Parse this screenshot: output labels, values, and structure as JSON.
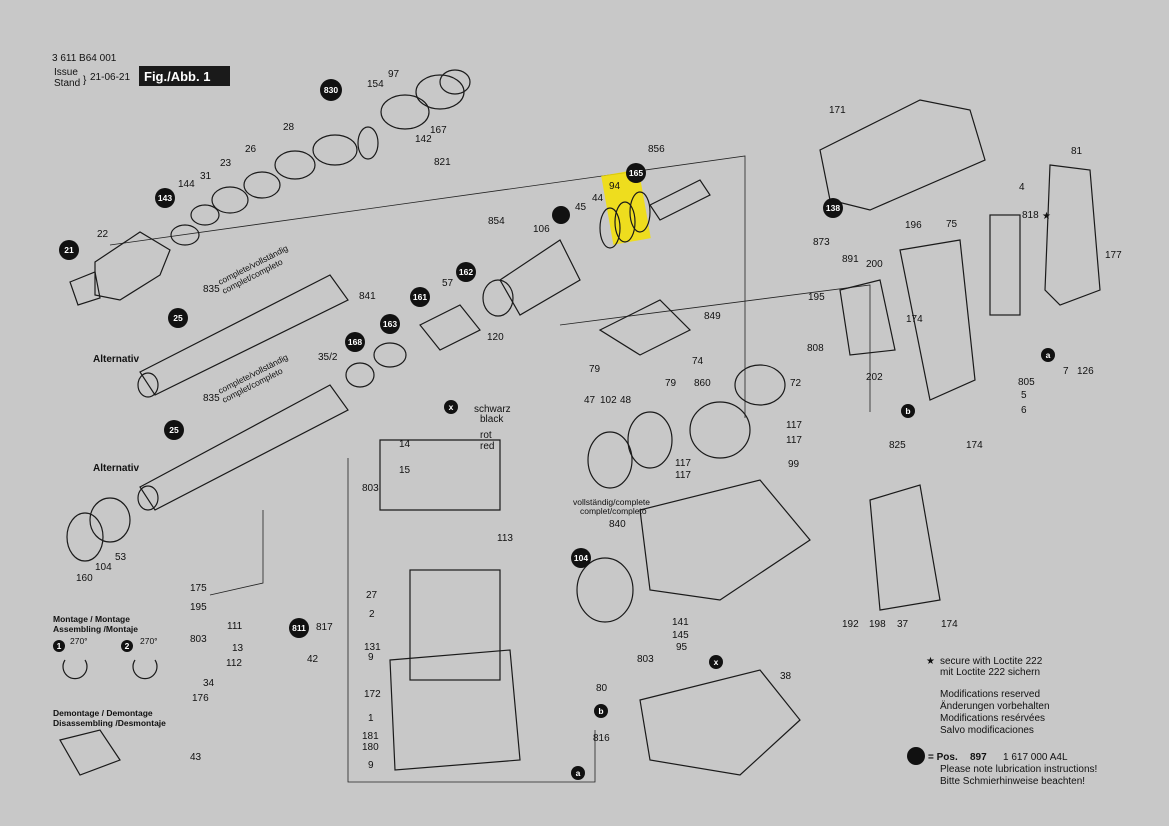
{
  "header": {
    "doc_number": "3 611 B64 001",
    "issue_label": "Issue",
    "stand_label": "Stand",
    "issue_date": "21-06-21",
    "figure_label": "Fig./Abb. 1"
  },
  "alternativ_label": "Alternativ",
  "complete_text_1": "complete/vollständig",
  "complete_text_2": "complet/completo",
  "vollstaendig_text_1": "vollständig/complete",
  "vollstaendig_text_2": "complet/completo",
  "wire_colors": {
    "schwarz": "schwarz",
    "black": "black",
    "rot": "rot",
    "red": "red"
  },
  "assembly": {
    "montage_title_1": "Montage / Montage",
    "montage_title_2": "Assembling /Montaje",
    "angle_1": "270°",
    "angle_2": "270°",
    "step_1": "1",
    "step_2": "2",
    "demontage_title_1": "Demontage / Demontage",
    "demontage_title_2": "Disassembling /Desmontaje"
  },
  "notes": {
    "loctite_1": "secure with Loctite 222",
    "loctite_2": "mit Loctite 222 sichern",
    "mod_1": "Modifications reserved",
    "mod_2": "Änderungen vorbehalten",
    "mod_3": "Modifications resérvées",
    "mod_4": "Salvo modificaciones",
    "pos_label": "= Pos.",
    "pos_number": "897",
    "pos_code": "1 617 000 A4L",
    "lub_1": "Please note lubrication instructions!",
    "lub_2": "Bitte Schmierhinweise beachten!"
  },
  "highlight_color": "#f5e000",
  "disk_callouts": [
    "830",
    "143",
    "21",
    "165",
    "162",
    "161",
    "163",
    "168",
    "25",
    "25",
    "811",
    "104",
    "138"
  ],
  "part_labels": {
    "p97": "97",
    "p154": "154",
    "p28": "28",
    "p26": "26",
    "p23": "23",
    "p31": "31",
    "p144": "144",
    "p22": "22",
    "p167": "167",
    "p142": "142",
    "p821": "821",
    "p856": "856",
    "p94": "94",
    "p44": "44",
    "p45": "45",
    "p106": "106",
    "p854": "854",
    "p57": "57",
    "p120": "120",
    "p841": "841",
    "p835a": "835",
    "p835b": "835",
    "p35_2": "35/2",
    "p160": "160",
    "p104": "104",
    "p53": "53",
    "p14": "14",
    "p15": "15",
    "p803a": "803",
    "p113": "113",
    "p27": "27",
    "p2": "2",
    "p131": "131",
    "p9a": "9",
    "p172": "172",
    "p1": "1",
    "p181": "181",
    "p180": "180",
    "p9b": "9",
    "p175": "175",
    "p195a": "195",
    "p111": "111",
    "p803b": "803",
    "p13": "13",
    "p112": "112",
    "p817": "817",
    "p42": "42",
    "p34": "34",
    "p176": "176",
    "p43": "43",
    "p80": "80",
    "p816": "816",
    "p849": "849",
    "p74": "74",
    "p79a": "79",
    "p79b": "79",
    "p860": "860",
    "p72": "72",
    "p47": "47",
    "p102": "102",
    "p48": "48",
    "p117a": "117",
    "p117b": "117",
    "p117c": "117",
    "p117d": "117",
    "p99": "99",
    "p840": "840",
    "p141": "141",
    "p145": "145",
    "p95": "95",
    "p803c": "803",
    "p38": "38",
    "p171": "171",
    "p873": "873",
    "p196": "196",
    "p75": "75",
    "p891": "891",
    "p200": "200",
    "p195b": "195",
    "p174a": "174",
    "p808": "808",
    "p202": "202",
    "p825": "825",
    "p174b": "174",
    "p4": "4",
    "p818": "818",
    "p81": "81",
    "p177": "177",
    "p7": "7",
    "p126": "126",
    "p805": "805",
    "p5": "5",
    "p6": "6",
    "p192": "192",
    "p198": "198",
    "p37": "37",
    "p174c": "174"
  },
  "letter_markers": {
    "x1": "x",
    "x2": "x",
    "a1": "a",
    "a2": "a",
    "b1": "b",
    "b2": "b"
  }
}
